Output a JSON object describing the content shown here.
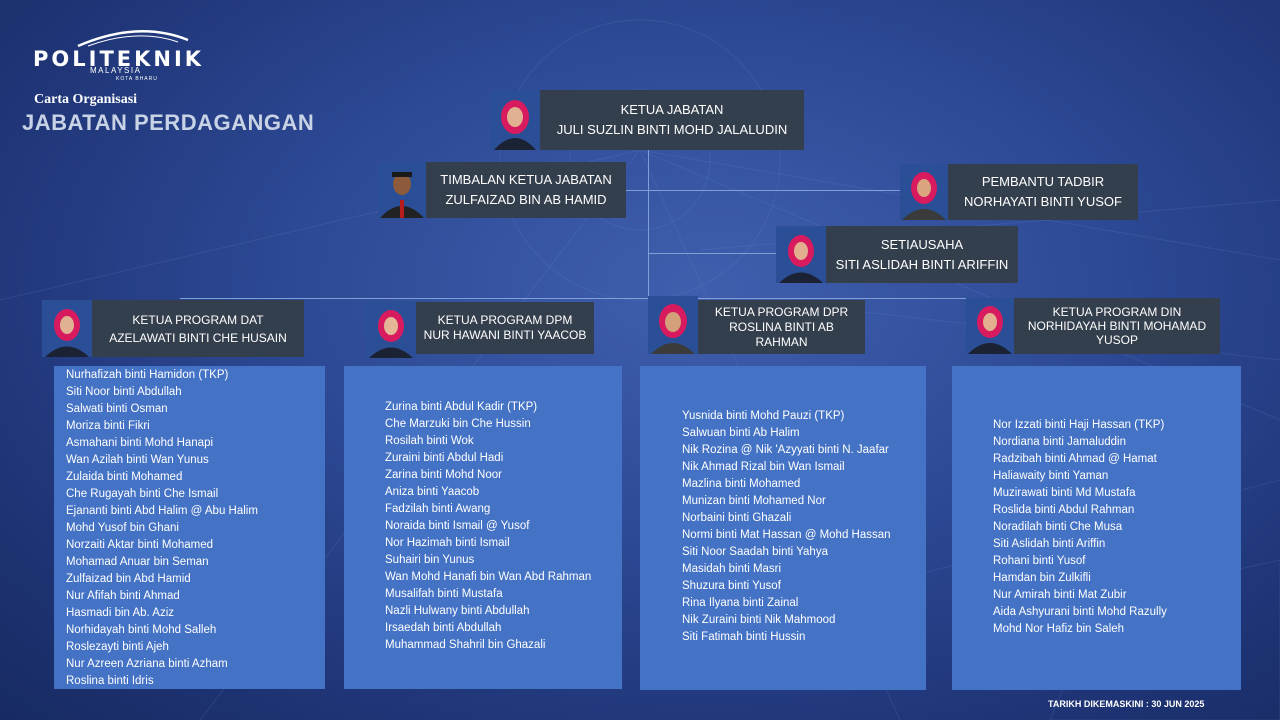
{
  "header": {
    "logo_main": "POLITEKNIK",
    "logo_sub": "MALAYSIA",
    "logo_sub2": "KOTA BHARU",
    "carta": "Carta Organisasi",
    "title": "JABATAN PERDAGANGAN"
  },
  "head": {
    "role": "KETUA JABATAN",
    "name": "JULI SUZLIN BINTI MOHD JALALUDIN"
  },
  "deputy": {
    "role": "TIMBALAN KETUA JABATAN",
    "name": "ZULFAIZAD BIN AB HAMID"
  },
  "admin": {
    "role": "PEMBANTU TADBIR",
    "name": "NORHAYATI BINTI YUSOF"
  },
  "secretary": {
    "role": "SETIAUSAHA",
    "name": "SITI ASLIDAH BINTI ARIFFIN"
  },
  "programs": [
    {
      "role": "KETUA PROGRAM DAT",
      "name": "AZELAWATI BINTI CHE HUSAIN",
      "members": [
        "Nurhafizah binti Hamidon (TKP)",
        "Siti Noor binti Abdullah",
        "Salwati binti Osman",
        "Moriza binti Fikri",
        "Asmahani binti Mohd Hanapi",
        "Wan Azilah binti Wan Yunus",
        "Zulaida binti Mohamed",
        "Che Rugayah binti Che Ismail",
        "Ejananti binti Abd Halim @ Abu Halim",
        "Mohd Yusof bin Ghani",
        "Norzaiti Aktar binti Mohamed",
        "Mohamad Anuar bin Seman",
        "Zulfaizad bin Abd Hamid",
        "Nur Afifah binti Ahmad",
        "Hasmadi bin Ab. Aziz",
        "Norhidayah binti Mohd Salleh",
        "Roslezayti binti Ajeh",
        "Nur Azreen Azriana binti Azham",
        "Roslina binti Idris"
      ]
    },
    {
      "role": "KETUA PROGRAM DPM",
      "name": "NUR HAWANI BINTI YAACOB",
      "members": [
        "Zurina binti Abdul Kadir (TKP)",
        "Che Marzuki bin Che Hussin",
        "Rosilah binti Wok",
        "Zuraini binti Abdul Hadi",
        "Zarina binti Mohd Noor",
        "Aniza binti Yaacob",
        "Fadzilah binti Awang",
        "Noraida binti Ismail @ Yusof",
        "Nor Hazimah binti Ismail",
        "Suhairi bin Yunus",
        "Wan Mohd Hanafi bin Wan Abd Rahman",
        "Musalifah binti Mustafa",
        "Nazli Hulwany binti Abdullah",
        "Irsaedah binti Abdullah",
        "Muhammad Shahril bin Ghazali"
      ]
    },
    {
      "role": "KETUA PROGRAM DPR",
      "name": "ROSLINA BINTI AB RAHMAN",
      "members": [
        "Yusnida binti Mohd Pauzi (TKP)",
        "Salwuan binti Ab Halim",
        "Nik Rozina @ Nik 'Azyyati binti N. Jaafar",
        "Nik Ahmad Rizal bin Wan Ismail",
        "Mazlina binti Mohamed",
        "Munizan binti Mohamed Nor",
        "Norbaini binti Ghazali",
        "Normi binti Mat Hassan @ Mohd Hassan",
        "Siti Noor Saadah binti Yahya",
        "Masidah binti Masri",
        "Shuzura binti Yusof",
        "Rina Ilyana binti Zainal",
        "Nik Zuraini binti Nik Mahmood",
        "Siti Fatimah binti Hussin"
      ]
    },
    {
      "role": "KETUA PROGRAM DIN",
      "name": "NORHIDAYAH BINTI MOHAMAD YUSOP",
      "members": [
        "Nor Izzati binti Haji Hassan (TKP)",
        "Nordiana binti Jamaluddin",
        "Radzibah binti Ahmad @ Hamat",
        "Haliawaity binti Yaman",
        "Muzirawati binti Md Mustafa",
        "Roslida binti Abdul Rahman",
        "Noradilah binti Che Musa",
        "Siti Aslidah binti Ariffin",
        "Rohani binti Yusof",
        "Hamdan bin Zulkifli",
        "Nur Amirah binti Mat Zubir",
        "Aida Ashyurani binti Mohd Razully",
        "Mohd Nor Hafiz bin Saleh"
      ]
    }
  ],
  "footer": {
    "updated": "TARIKH DIKEMASKINI :   30 JUN 2025"
  },
  "colors": {
    "box": "#343f4d",
    "panel": "#4472c4",
    "hijab": "#d81b5f",
    "photo_bg": "#2a4f97"
  }
}
